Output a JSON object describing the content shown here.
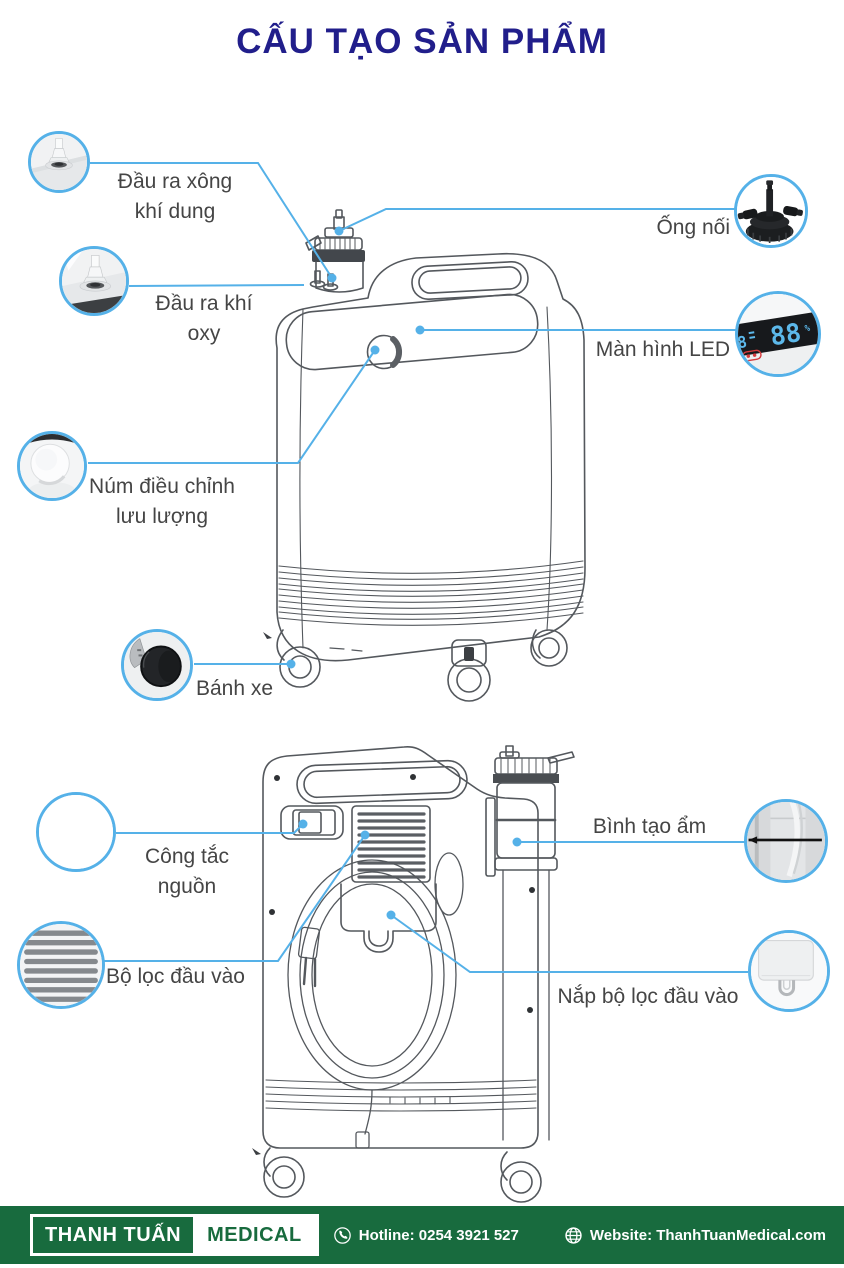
{
  "title": "CẤU TẠO SẢN PHẨM",
  "labels": {
    "nebulizer_output": {
      "line1": "Đầu ra xông",
      "line2": "khí dung"
    },
    "connector": {
      "line1": "Ống nối"
    },
    "oxygen_output": {
      "line1": "Đầu ra khí",
      "line2": "oxy"
    },
    "led_display": {
      "line1": "Màn hình LED"
    },
    "flow_knob": {
      "line1": "Núm điều chỉnh",
      "line2": "lưu lượng"
    },
    "wheel": {
      "line1": "Bánh xe"
    },
    "power_switch": {
      "line1": "Công tắc",
      "line2": "nguồn"
    },
    "humidifier": {
      "line1": "Bình tạo ẩm"
    },
    "inlet_filter": {
      "line1": "Bộ lọc đầu vào"
    },
    "inlet_filter_cover": {
      "line1": "Nắp bộ lọc đầu vào"
    }
  },
  "led": {
    "value": "88",
    "unit": "%",
    "secondary_value": "8"
  },
  "footer": {
    "brand_primary": "THANH TUẤN",
    "brand_secondary": "MEDICAL",
    "hotline_icon": "phone-icon",
    "hotline": "Hotline: 0254 3921 527",
    "website_icon": "globe-icon",
    "website": "Website: ThanhTuanMedical.com"
  },
  "colors": {
    "title_navy": "#211e8b",
    "accent_blue": "#55b1e8",
    "label_gray": "#454545",
    "footer_green": "#186b3e",
    "led_blue": "#5cb8ea",
    "led_red": "#d43a3c",
    "lineart_gray": "#54585d"
  }
}
